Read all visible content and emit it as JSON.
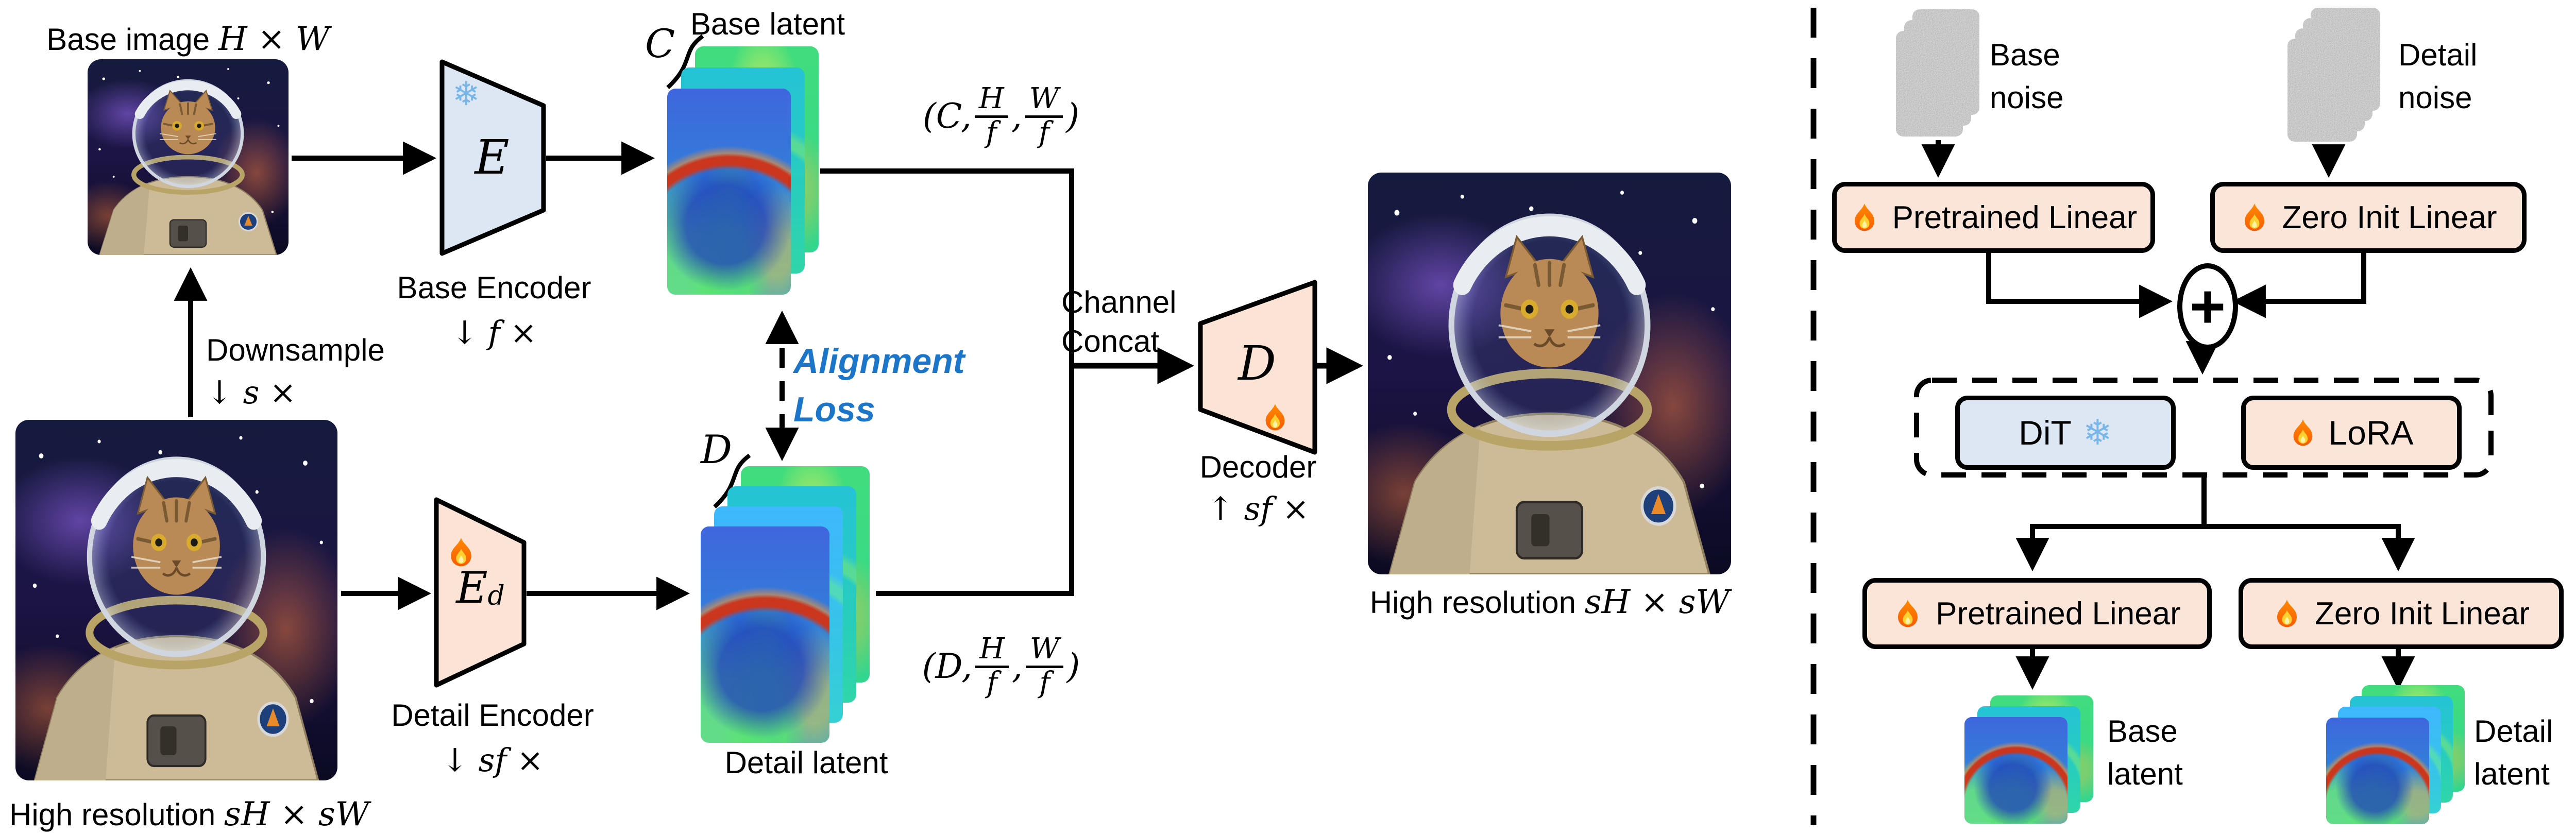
{
  "colors": {
    "accent_blue": "#1b75c8",
    "box_peach": "#fbe5d8",
    "box_blue": "#dce7f3",
    "snow_blue": "#79b6e8"
  },
  "icons": {
    "snowflake": "❄",
    "flame": "flame-icon"
  },
  "left": {
    "base_image_label": "Base image",
    "base_image_dims": "H × W",
    "base_latent_title": "Base latent",
    "c_label": "C",
    "d_label": "D",
    "encoder_symbol": "E",
    "base_encoder_line1": "Base Encoder",
    "base_encoder_line2": "↓ f ×",
    "downsample_line1": "Downsample",
    "downsample_line2": "↓ s ×",
    "high_res_left_label": "High resolution",
    "high_res_left_dims": "sH × sW",
    "detail_encoder_symbol": "E",
    "detail_encoder_sub": "d",
    "detail_encoder_line1": "Detail Encoder",
    "detail_encoder_line2": "↓ sf ×",
    "detail_latent_title": "Detail latent",
    "alignment_line1": "Alignment",
    "alignment_line2": "Loss",
    "channel_line1": "Channel",
    "channel_line2": "Concat",
    "decoder_symbol": "D",
    "decoder_line1": "Decoder",
    "decoder_line2": "↑ sf ×",
    "high_res_right_label": "High resolution",
    "high_res_right_dims": "sH × sW",
    "tuple_c": {
      "open": "(C,",
      "f1n": "H",
      "f1d": "f",
      "comma": ",",
      "f2n": "W",
      "f2d": "f",
      "close": ")"
    },
    "tuple_d": {
      "open": "(D,",
      "f1n": "H",
      "f1d": "f",
      "comma": ",",
      "f2n": "W",
      "f2d": "f",
      "close": ")"
    }
  },
  "right": {
    "base_noise_line1": "Base",
    "base_noise_line2": "noise",
    "detail_noise_line1": "Detail",
    "detail_noise_line2": "noise",
    "pretrained_linear_top": "Pretrained Linear",
    "zero_init_linear_top": "Zero Init Linear",
    "plus": "+",
    "dit": "DiT",
    "lora": "LoRA",
    "pretrained_linear_bottom": "Pretrained Linear",
    "zero_init_linear_bottom": "Zero Init Linear",
    "base_latent_line1": "Base",
    "base_latent_line2": "latent",
    "detail_latent_line1": "Detail",
    "detail_latent_line2": "latent"
  }
}
